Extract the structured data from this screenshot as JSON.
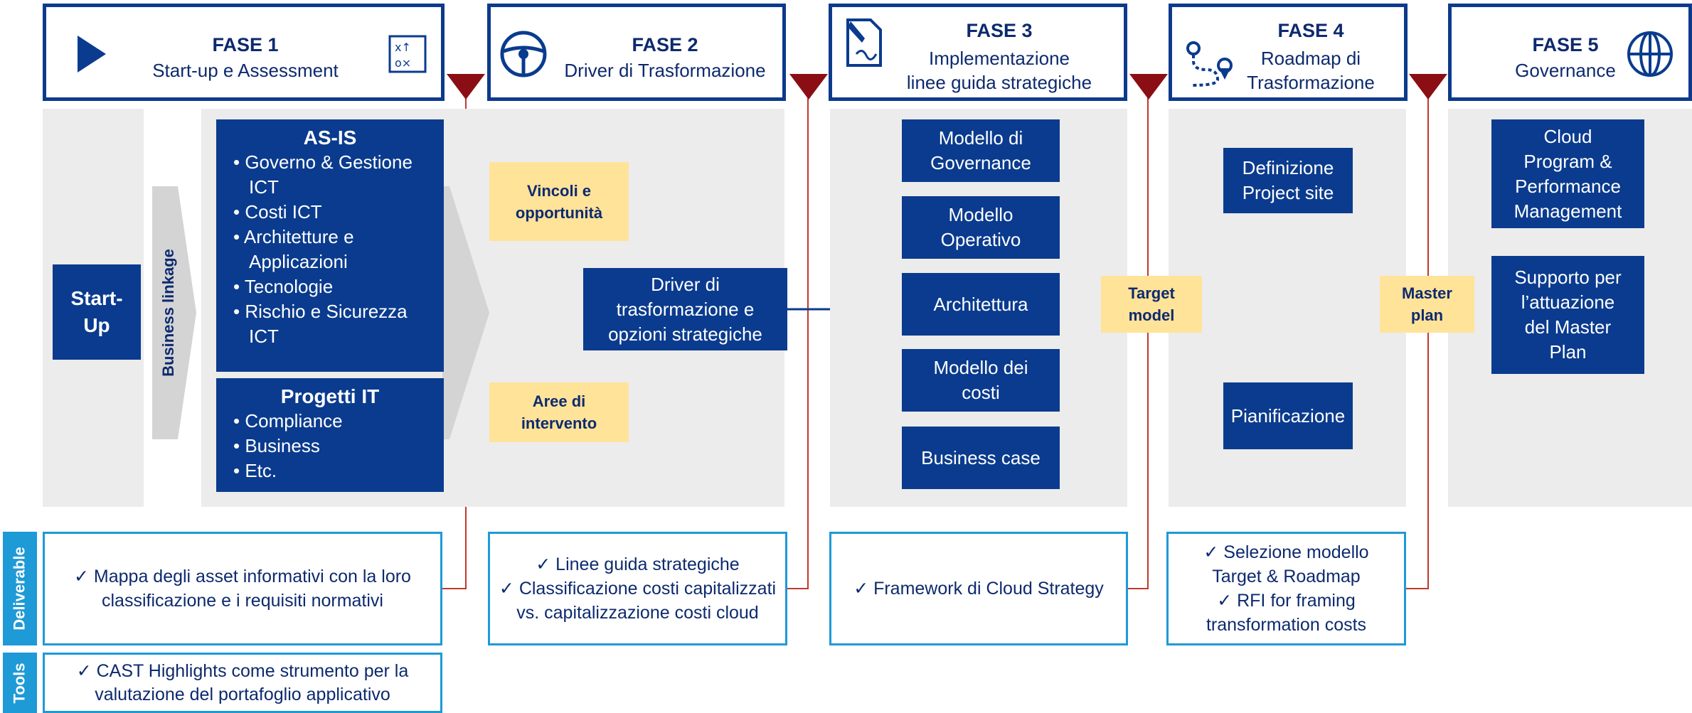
{
  "colors": {
    "navy": "#0a3b8e",
    "yellow": "#ffe399",
    "panel": "#ececec",
    "blue": "#1e9ad6",
    "red": "#8b0e14"
  },
  "phases": [
    {
      "title": "FASE 1",
      "subtitle": "Start-up e Assessment",
      "icon": "calculation-board-icon"
    },
    {
      "title": "FASE 2",
      "subtitle": "Driver di Trasformazione",
      "icon": "steering-wheel-icon"
    },
    {
      "title": "FASE 3",
      "subtitle_1": "Implementazione",
      "subtitle_2": "linee guida strategiche",
      "icon": "document-pen-icon"
    },
    {
      "title": "FASE 4",
      "subtitle_1": "Roadmap di",
      "subtitle_2": "Trasformazione",
      "icon": "route-pin-icon"
    },
    {
      "title": "FASE 5",
      "subtitle": "Governance",
      "icon": "globe-icon"
    }
  ],
  "fase1": {
    "startup_1": "Start-",
    "startup_2": "Up",
    "business_linkage": "Business linkage",
    "asis_title": "AS-IS",
    "asis_items": [
      "Governo & Gestione",
      "ICT",
      "Costi ICT",
      "Architetture e",
      "Applicazioni",
      "Tecnologie",
      "Rischio e Sicurezza",
      "ICT"
    ],
    "progetti_title": "Progetti IT",
    "progetti_items": [
      "Compliance",
      "Business",
      "Etc."
    ]
  },
  "fase2": {
    "vincoli_1": "Vincoli e",
    "vincoli_2": "opportunità",
    "aree_1": "Aree di",
    "aree_2": "intervento",
    "driver_1": "Driver di",
    "driver_2": "trasformazione e",
    "driver_3": "opzioni strategiche"
  },
  "fase3": {
    "boxes": [
      {
        "l1": "Modello di",
        "l2": "Governance"
      },
      {
        "l1": "Modello",
        "l2": "Operativo"
      },
      {
        "l1": "Architettura",
        "l2": ""
      },
      {
        "l1": "Modello dei",
        "l2": "costi"
      },
      {
        "l1": "Business case",
        "l2": ""
      }
    ],
    "target_1": "Target",
    "target_2": "model"
  },
  "fase4": {
    "def_1": "Definizione",
    "def_2": "Project site",
    "pian": "Pianificazione",
    "master_1": "Master",
    "master_2": "plan"
  },
  "fase5": {
    "cloud": [
      "Cloud",
      "Program &",
      "Performance",
      "Management"
    ],
    "supporto": [
      "Supporto per",
      "l’attuazione",
      "del Master",
      "Plan"
    ]
  },
  "labels": {
    "deliverable": "Deliverable",
    "tools": "Tools"
  },
  "deliverables": {
    "d1_1": "✓  Mappa degli asset informativi con la loro",
    "d1_2": "classificazione e i requisiti normativi",
    "d2_1": "✓  Linee guida strategiche",
    "d2_2": "✓  Classificazione costi capitalizzati",
    "d2_3": "vs. capitalizzazione costi cloud",
    "d3_1": "✓  Framework di Cloud Strategy",
    "d4_1": "✓  Selezione modello",
    "d4_2": "Target & Roadmap",
    "d4_3": "✓  RFI for framing",
    "d4_4": "transformation costs"
  },
  "tools": {
    "t1_1": "✓  CAST Highlights come strumento per   la",
    "t1_2": "valutazione del portafoglio applicativo"
  }
}
